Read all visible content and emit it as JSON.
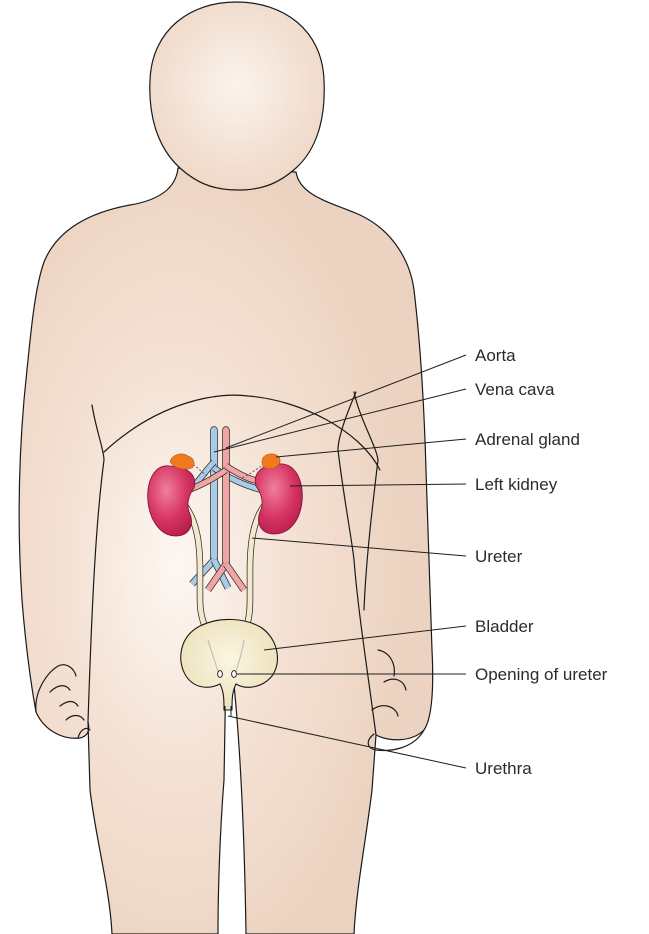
{
  "labels": {
    "aorta": "Aorta",
    "vena_cava": "Vena cava",
    "adrenal_gland": "Adrenal gland",
    "left_kidney": "Left kidney",
    "ureter": "Ureter",
    "bladder": "Bladder",
    "opening_of_ureter": "Opening of ureter",
    "urethra": "Urethra"
  },
  "colors": {
    "skin": "#f0d9c8",
    "skin_highlight": "#fbf1ea",
    "kidney": "#d42d5e",
    "kidney_highlight": "#ee7d9a",
    "adrenal": "#f07a1e",
    "aorta": "#f2a4a4",
    "vena_cava": "#a9cbe8",
    "ureter": "#f3e9cf",
    "bladder": "#f3ebcc"
  }
}
